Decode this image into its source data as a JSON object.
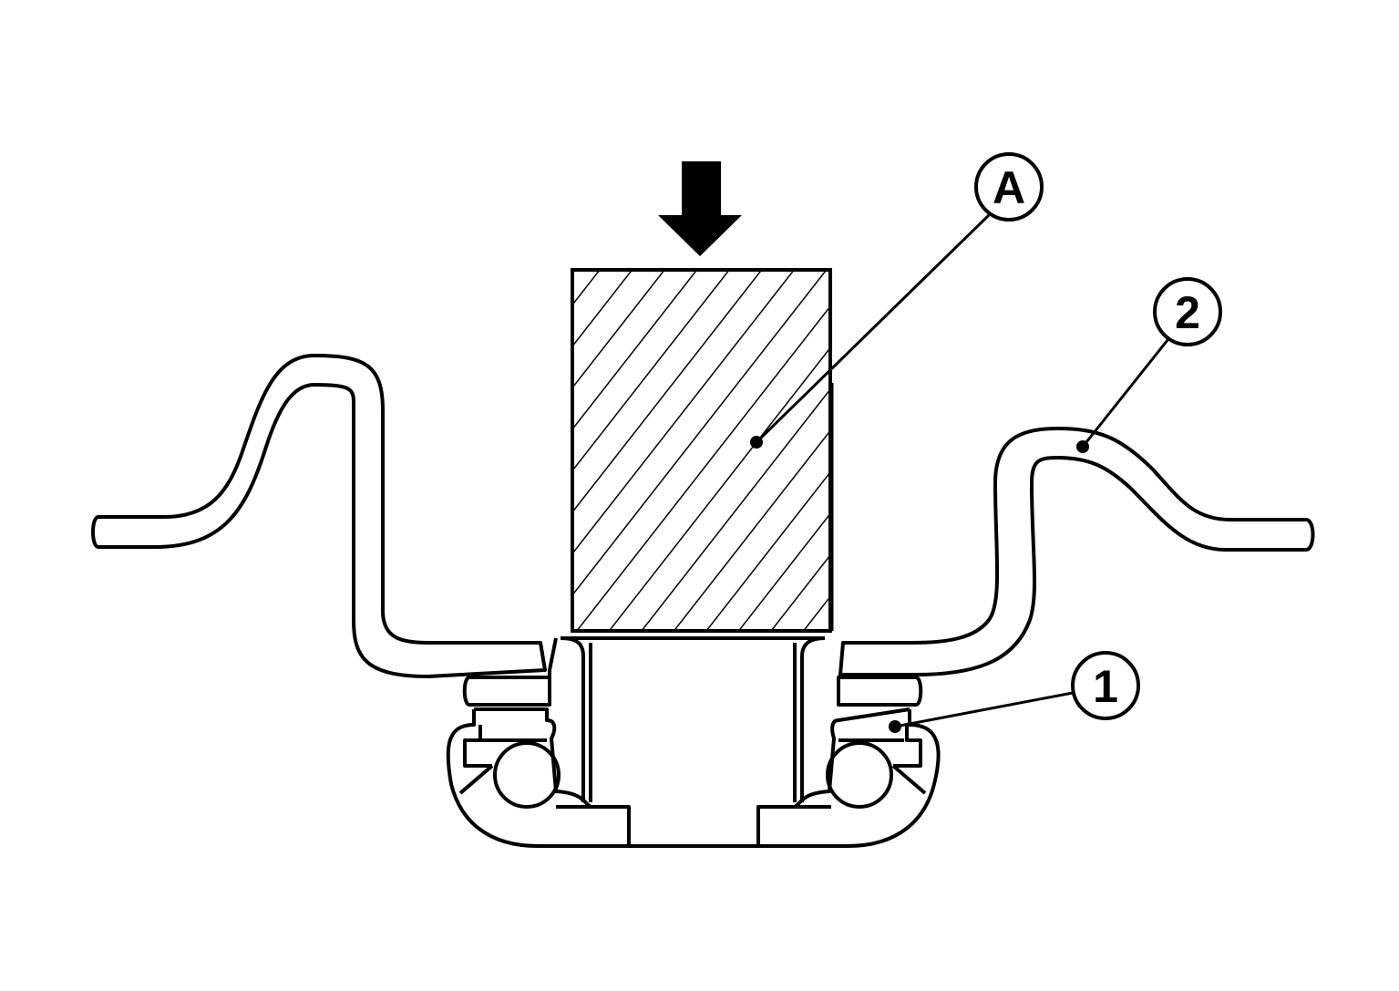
{
  "diagram": {
    "callouts": {
      "a": {
        "label": "A"
      },
      "two": {
        "label": "2"
      },
      "one": {
        "label": "1"
      }
    }
  }
}
